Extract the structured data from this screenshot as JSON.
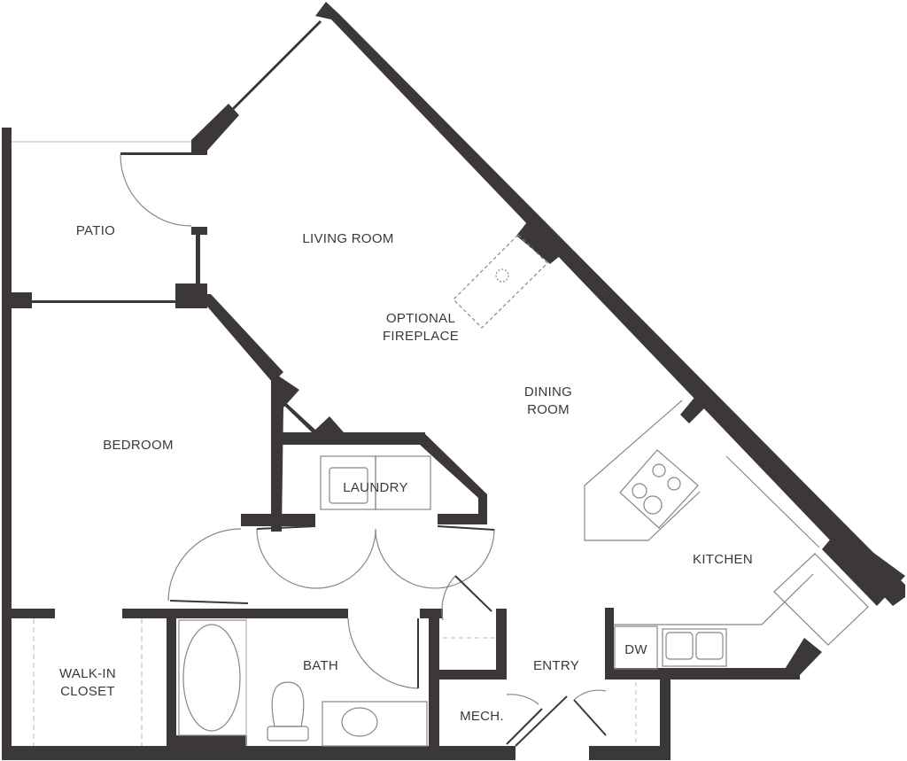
{
  "colors": {
    "wall": "#3d3838",
    "thin_line": "#8a8585",
    "light_line": "#c8c4c4",
    "background": "#ffffff",
    "text": "#3d3838"
  },
  "rooms": {
    "patio": "PATIO",
    "living_room": "LIVING ROOM",
    "optional_fireplace_line1": "OPTIONAL",
    "optional_fireplace_line2": "FIREPLACE",
    "dining_room_line1": "DINING",
    "dining_room_line2": "ROOM",
    "bedroom": "BEDROOM",
    "laundry": "LAUNDRY",
    "kitchen": "KITCHEN",
    "dw": "DW",
    "walk_in_closet_line1": "WALK-IN",
    "walk_in_closet_line2": "CLOSET",
    "bath": "BATH",
    "entry": "ENTRY",
    "mech": "MECH."
  }
}
